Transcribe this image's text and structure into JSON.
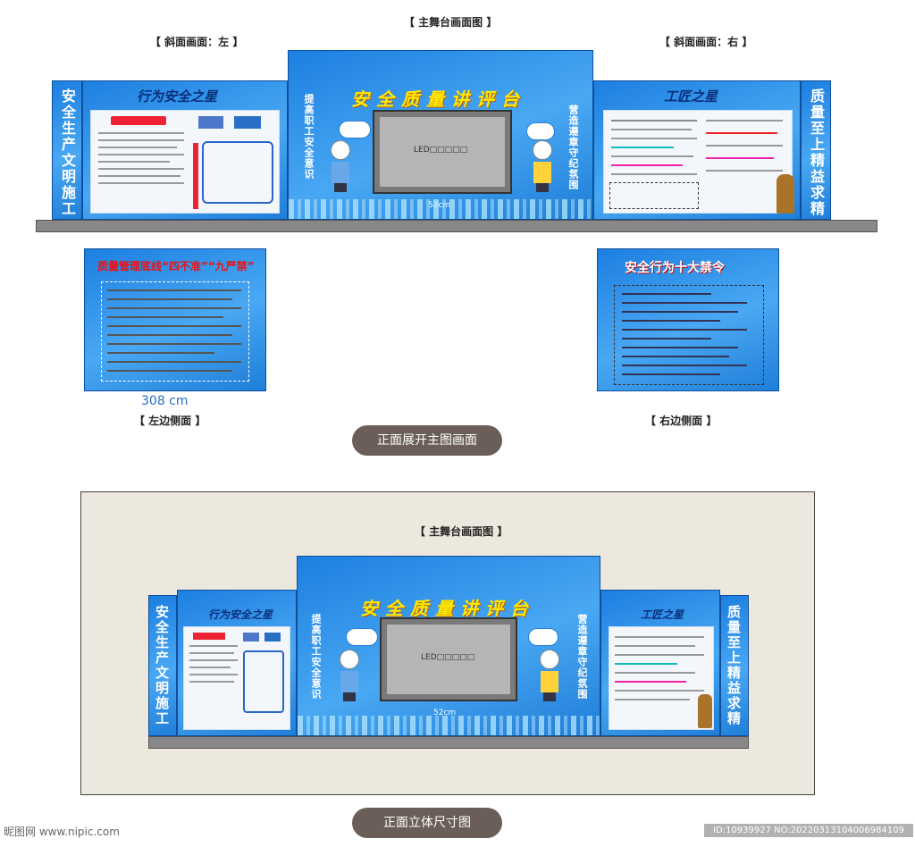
{
  "top": {
    "main_stage_label": "【 主舞台画面图 】",
    "left_slope_label": "【 斜面画面：左 】",
    "right_slope_label": "【 斜面画面：右 】",
    "left_vertical_text": "安全生产文明施工",
    "right_vertical_text": "质量至上精益求精",
    "left_panel_title": "行为安全之星",
    "right_panel_title": "工匠之星",
    "stage_title": "安全质量讲评台",
    "stage_left_text": "提高职工安全意识",
    "stage_right_text": "营造遵章守纪氛围",
    "screen_text": "LED□□□□□",
    "dimension_label": "52cm"
  },
  "sides": {
    "left_title": "质量管理底线“四不准”“九严禁”",
    "right_title": "安全行为十大禁令",
    "left_dimension": "308 cm",
    "left_side_label": "【 左边侧面 】",
    "right_side_label": "【 右边侧面 】"
  },
  "buttons": {
    "front_expand": "正面展开主图画面",
    "front_3d": "正面立体尺寸图"
  },
  "bottom": {
    "main_stage_label": "【 主舞台画面图 】",
    "left_vertical_text": "安全生产文明施工",
    "right_vertical_text": "质量至上精益求精",
    "left_panel_title": "行为安全之星",
    "right_panel_title": "工匠之星",
    "stage_title": "安全质量讲评台",
    "stage_left_text": "提高职工安全意识",
    "stage_right_text": "营造遵章守纪氛围",
    "screen_text": "LED□□□□□",
    "dimension_label": "52cm"
  },
  "watermark": {
    "site": "昵图网 www.nipic.com",
    "id": "ID:10939927 NO:20220313104006984109"
  }
}
